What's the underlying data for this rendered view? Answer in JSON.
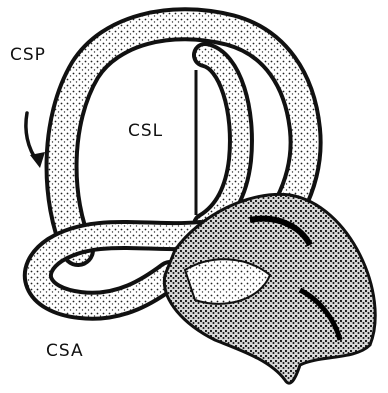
{
  "labels": {
    "csp": "CSP",
    "csl": "CSL",
    "csa": "CSA"
  },
  "colors": {
    "ink": "#111111",
    "paper": "#ffffff"
  }
}
